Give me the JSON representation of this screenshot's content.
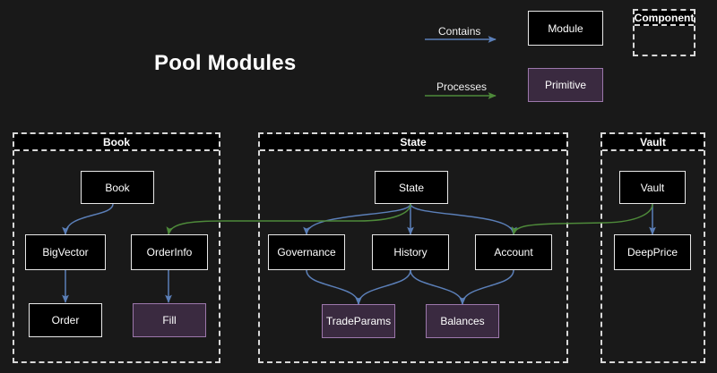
{
  "title": "Pool Modules",
  "colors": {
    "background": "#191919",
    "module_fill": "#000000",
    "module_border": "#e8e8e8",
    "primitive_fill": "#3a2a40",
    "primitive_border": "#9c77ab",
    "contains_edge": "#5b7fb8",
    "processes_edge": "#3d7a2e",
    "container_border": "#d8d8d8",
    "text": "#ffffff"
  },
  "legend": {
    "edges": [
      {
        "label": "Contains",
        "color": "#5b7fb8"
      },
      {
        "label": "Processes",
        "color": "#3d7a2e"
      }
    ],
    "nodes": [
      {
        "label": "Module",
        "kind": "module"
      },
      {
        "label": "Primitive",
        "kind": "primitive"
      }
    ],
    "component": {
      "label": "Component"
    }
  },
  "containers": [
    {
      "id": "book",
      "label": "Book"
    },
    {
      "id": "state",
      "label": "State"
    },
    {
      "id": "vault",
      "label": "Vault"
    }
  ],
  "nodes": [
    {
      "id": "book",
      "label": "Book",
      "kind": "module",
      "container": "book"
    },
    {
      "id": "bigvector",
      "label": "BigVector",
      "kind": "module",
      "container": "book"
    },
    {
      "id": "orderinfo",
      "label": "OrderInfo",
      "kind": "module",
      "container": "book"
    },
    {
      "id": "order",
      "label": "Order",
      "kind": "module",
      "container": "book"
    },
    {
      "id": "fill",
      "label": "Fill",
      "kind": "primitive",
      "container": "book"
    },
    {
      "id": "state",
      "label": "State",
      "kind": "module",
      "container": "state"
    },
    {
      "id": "governance",
      "label": "Governance",
      "kind": "module",
      "container": "state"
    },
    {
      "id": "history",
      "label": "History",
      "kind": "module",
      "container": "state"
    },
    {
      "id": "account",
      "label": "Account",
      "kind": "module",
      "container": "state"
    },
    {
      "id": "tradeparams",
      "label": "TradeParams",
      "kind": "primitive",
      "container": "state"
    },
    {
      "id": "balances",
      "label": "Balances",
      "kind": "primitive",
      "container": "state"
    },
    {
      "id": "vault",
      "label": "Vault",
      "kind": "module",
      "container": "vault"
    },
    {
      "id": "deepprice",
      "label": "DeepPrice",
      "kind": "module",
      "container": "vault"
    }
  ],
  "edges": [
    {
      "from": "book",
      "to": "bigvector",
      "type": "contains"
    },
    {
      "from": "bigvector",
      "to": "order",
      "type": "contains"
    },
    {
      "from": "orderinfo",
      "to": "fill",
      "type": "contains"
    },
    {
      "from": "state",
      "to": "governance",
      "type": "contains"
    },
    {
      "from": "state",
      "to": "history",
      "type": "contains"
    },
    {
      "from": "state",
      "to": "account",
      "type": "contains"
    },
    {
      "from": "governance",
      "to": "tradeparams",
      "type": "contains"
    },
    {
      "from": "history",
      "to": "tradeparams",
      "type": "contains"
    },
    {
      "from": "history",
      "to": "balances",
      "type": "contains"
    },
    {
      "from": "account",
      "to": "balances",
      "type": "contains"
    },
    {
      "from": "vault",
      "to": "deepprice",
      "type": "contains"
    },
    {
      "from": "state",
      "to": "orderinfo",
      "type": "processes"
    },
    {
      "from": "vault",
      "to": "account",
      "type": "processes"
    }
  ]
}
